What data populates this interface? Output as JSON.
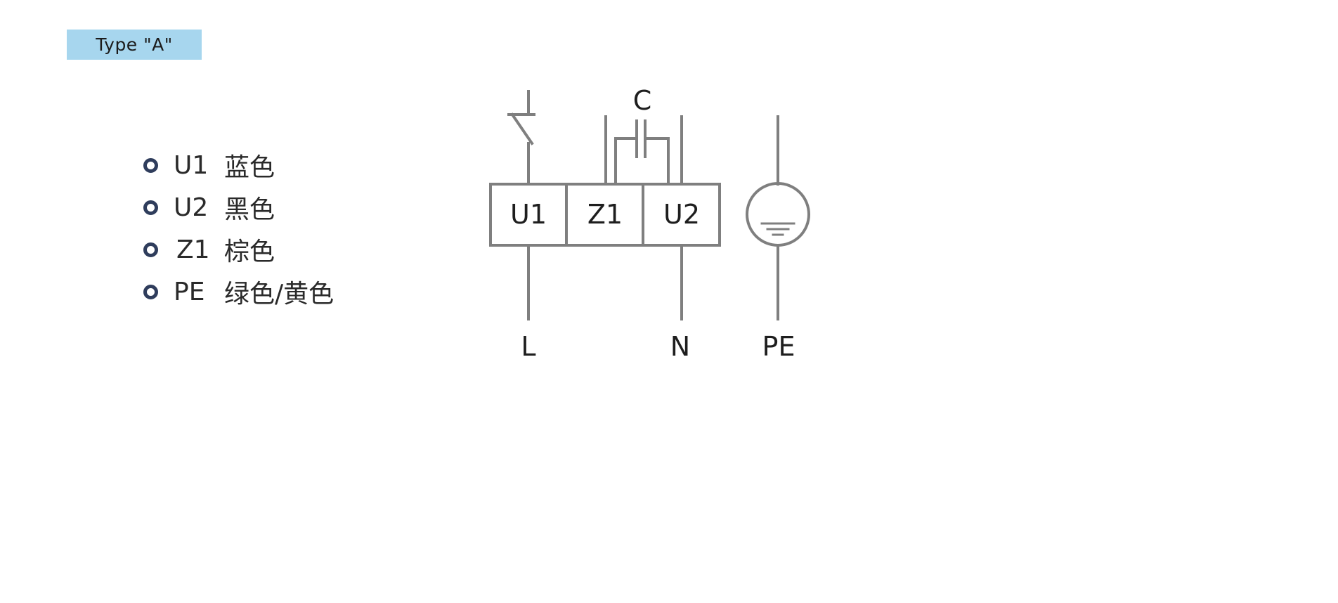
{
  "badge": {
    "label": "Type \"A\""
  },
  "legend": {
    "items": [
      {
        "code": "U1",
        "color": "蓝色"
      },
      {
        "code": "U2",
        "color": "黑色"
      },
      {
        "code": "Z1",
        "color": "棕色"
      },
      {
        "code": "PE",
        "color": "绿色/黄色"
      }
    ]
  },
  "diagram": {
    "capacitor_label": "C",
    "terminals": [
      "U1",
      "Z1",
      "U2"
    ],
    "connections": [
      "L",
      "N",
      "PE"
    ],
    "colors": {
      "line": "#7f7f7f",
      "bullet": "#2f3d5c",
      "badge": "#a7d6ee"
    },
    "icons": [
      "switch-icon",
      "capacitor-icon",
      "ground-icon"
    ]
  }
}
